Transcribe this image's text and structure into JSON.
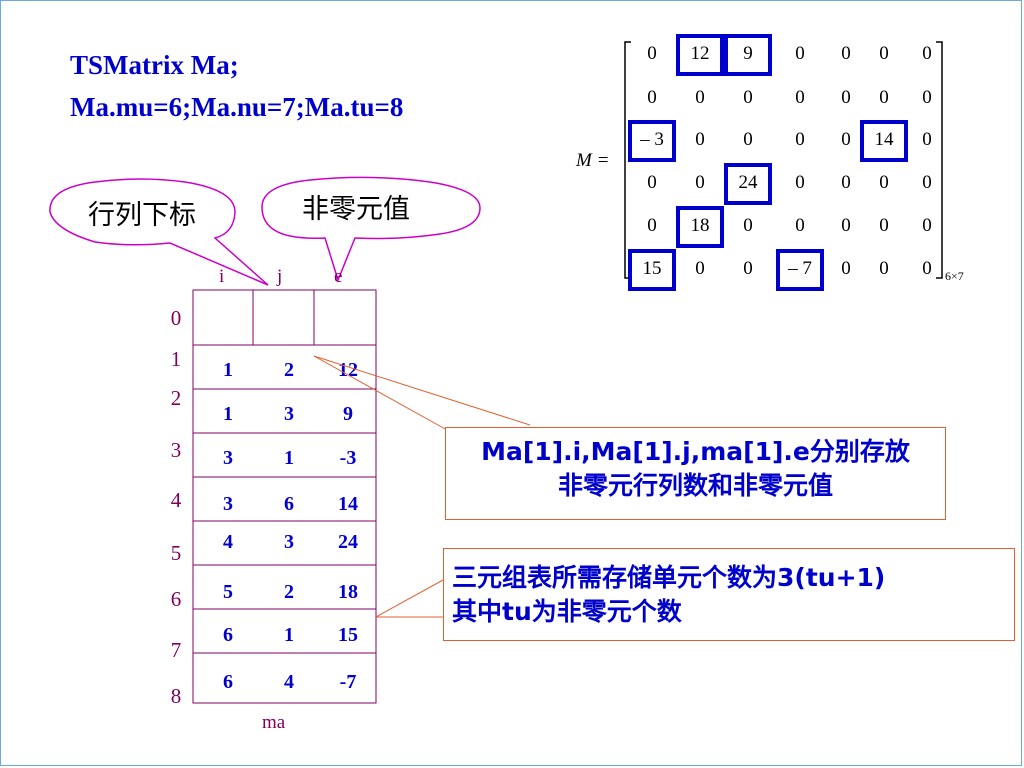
{
  "code": {
    "line1": "TSMatrix Ma;",
    "line2": "Ma.mu=6;Ma.nu=7;Ma.tu=8"
  },
  "matrix": {
    "label": "M =",
    "size_label": "6×7",
    "rows": [
      [
        "0",
        "12",
        "9",
        "0",
        "0",
        "0",
        "0"
      ],
      [
        "0",
        "0",
        "0",
        "0",
        "0",
        "0",
        "0"
      ],
      [
        "– 3",
        "0",
        "0",
        "0",
        "0",
        "14",
        "0"
      ],
      [
        "0",
        "0",
        "24",
        "0",
        "0",
        "0",
        "0"
      ],
      [
        "0",
        "18",
        "0",
        "0",
        "0",
        "0",
        "0"
      ],
      [
        "15",
        "0",
        "0",
        "– 7",
        "0",
        "0",
        "0"
      ]
    ],
    "highlight_color": "#0000cc"
  },
  "bubbles": {
    "row_col": "行列下标",
    "nonzero_value": "非零元值"
  },
  "table": {
    "headers": [
      "i",
      "j",
      "e"
    ],
    "row_indices": [
      "0",
      "1",
      "2",
      "3",
      "4",
      "5",
      "6",
      "7",
      "8"
    ],
    "rows": [
      [
        "1",
        "2",
        "12"
      ],
      [
        "1",
        "3",
        "9"
      ],
      [
        "3",
        "1",
        "-3"
      ],
      [
        "3",
        "6",
        "14"
      ],
      [
        "4",
        "3",
        "24"
      ],
      [
        "5",
        "2",
        "18"
      ],
      [
        "6",
        "1",
        "15"
      ],
      [
        "6",
        "4",
        "-7"
      ]
    ],
    "name": "ma"
  },
  "notes": {
    "note1_line1": "Ma[1].i,Ma[1].j,ma[1].e分别存放",
    "note1_line2": "非零元行列数和非零元值",
    "note2_line1": "三元组表所需存储单元个数为3(tu+1)",
    "note2_line2": "其中tu为非零元个数",
    "border_color": "#e06030"
  }
}
